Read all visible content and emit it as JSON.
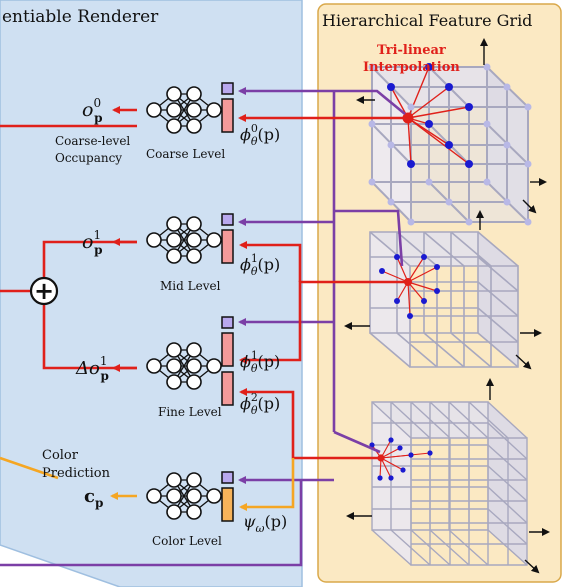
{
  "renderer": {
    "title": "entiable Renderer"
  },
  "feature_grid": {
    "title": "Hierarchical Feature Grid",
    "interp_label_1": "Tri-linear",
    "interp_label_2": "Interpolation"
  },
  "coarse": {
    "occ_main": "o",
    "occ_sup": "0",
    "occ_sub": "p",
    "caption_1": "Coarse-level",
    "caption_2": "Occupancy",
    "level_label": "Coarse Level",
    "feat": "ϕ",
    "feat_sup": "0",
    "feat_sub": "θ",
    "feat_arg": "(p)"
  },
  "mid": {
    "occ_main": "o",
    "occ_sup": "1",
    "occ_sub": "p",
    "level_label": "Mid Level",
    "feat": "ϕ",
    "feat_sup": "1",
    "feat_sub": "θ",
    "feat_arg": "(p)"
  },
  "fine": {
    "occ_main": "Δo",
    "occ_sup": "1",
    "occ_sub": "p",
    "level_label": "Fine Level",
    "feat_a": "ϕ",
    "feat_a_sup": "1",
    "feat_a_sub": "θ",
    "feat_a_arg": "(p)",
    "feat_b": "ϕ",
    "feat_b_sup": "2",
    "feat_b_sub": "θ",
    "feat_b_arg": "(p)"
  },
  "color": {
    "caption_1": "Color",
    "caption_2": "Prediction",
    "out_main": "c",
    "out_sub": "p",
    "level_label": "Color Level",
    "feat": "ψ",
    "feat_sub": "ω",
    "feat_arg": "(p)"
  },
  "sum_symbol": "+",
  "colors": {
    "red": "#e0201a",
    "purple": "#7b3fa6",
    "orange": "#f5a623",
    "panel_blue": "#cfe0f2",
    "panel_yellow": "#fbe9c3"
  }
}
